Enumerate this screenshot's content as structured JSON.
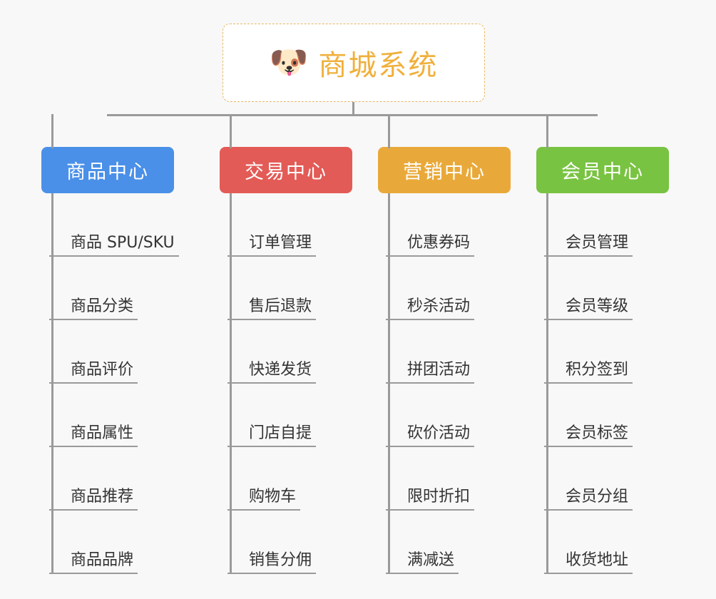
{
  "root": {
    "icon": "dog-face-emoji",
    "icon_glyph": "🐶",
    "title": "商城系统",
    "title_color": "#f0b03c",
    "border_color": "#e8b862"
  },
  "connector_color": "#9a9a9a",
  "background_color": "#f8f8f8",
  "columns": [
    {
      "id": "product-center",
      "title": "商品中心",
      "color": "#4a90e8",
      "items": [
        "商品 SPU/SKU",
        "商品分类",
        "商品评价",
        "商品属性",
        "商品推荐",
        "商品品牌"
      ]
    },
    {
      "id": "trade-center",
      "title": "交易中心",
      "color": "#e35b56",
      "items": [
        "订单管理",
        "售后退款",
        "快递发货",
        "门店自提",
        "购物车",
        "销售分佣"
      ]
    },
    {
      "id": "marketing-center",
      "title": "营销中心",
      "color": "#e9a93a",
      "items": [
        "优惠券码",
        "秒杀活动",
        "拼团活动",
        "砍价活动",
        "限时折扣",
        "满减送"
      ]
    },
    {
      "id": "member-center",
      "title": "会员中心",
      "color": "#79c342",
      "items": [
        "会员管理",
        "会员等级",
        "积分签到",
        "会员标签",
        "会员分组",
        "收货地址"
      ]
    }
  ]
}
